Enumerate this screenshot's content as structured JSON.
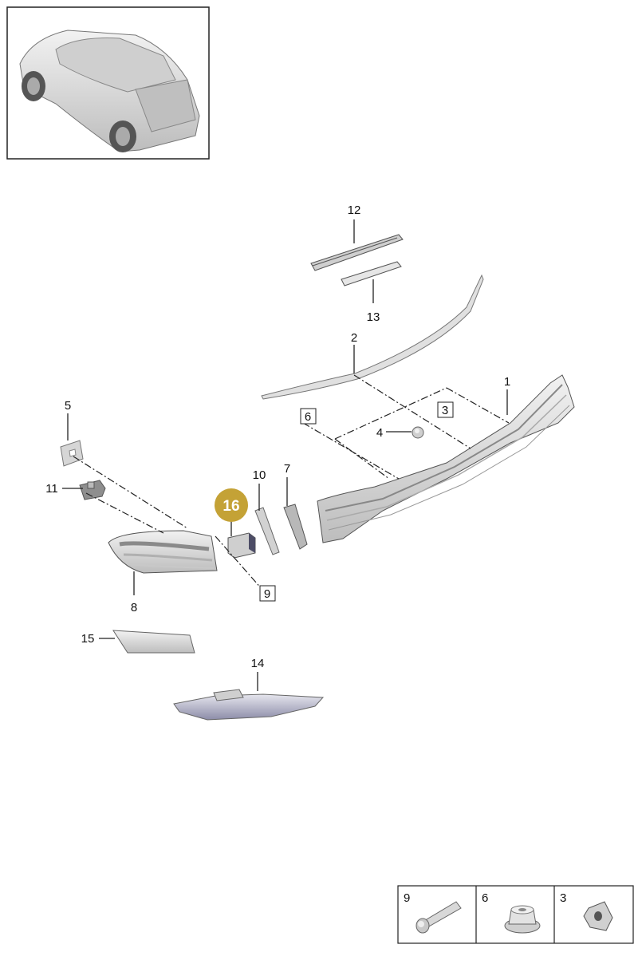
{
  "callouts": [
    {
      "id": "c1",
      "text": "1"
    },
    {
      "id": "c2",
      "text": "2"
    },
    {
      "id": "c4",
      "text": "4"
    },
    {
      "id": "c5",
      "text": "5"
    },
    {
      "id": "c7",
      "text": "7"
    },
    {
      "id": "c8",
      "text": "8"
    },
    {
      "id": "c10",
      "text": "10"
    },
    {
      "id": "c11",
      "text": "11"
    },
    {
      "id": "c12",
      "text": "12"
    },
    {
      "id": "c13",
      "text": "13"
    },
    {
      "id": "c14",
      "text": "14"
    },
    {
      "id": "c15",
      "text": "15"
    }
  ],
  "boxed_callouts": [
    {
      "id": "b3",
      "text": "3"
    },
    {
      "id": "b6",
      "text": "6"
    },
    {
      "id": "b9",
      "text": "9"
    }
  ],
  "highlight": {
    "text": "16",
    "color": "#C4A236"
  },
  "legend": [
    {
      "number": "9",
      "icon": "screw-icon"
    },
    {
      "number": "6",
      "icon": "flange-nut-icon"
    },
    {
      "number": "3",
      "icon": "washer-nut-icon"
    }
  ],
  "colors": {
    "part_fill": "#d9d9d9",
    "part_dark": "#9a9a9a",
    "trim_fill": "#a8a8c0"
  }
}
